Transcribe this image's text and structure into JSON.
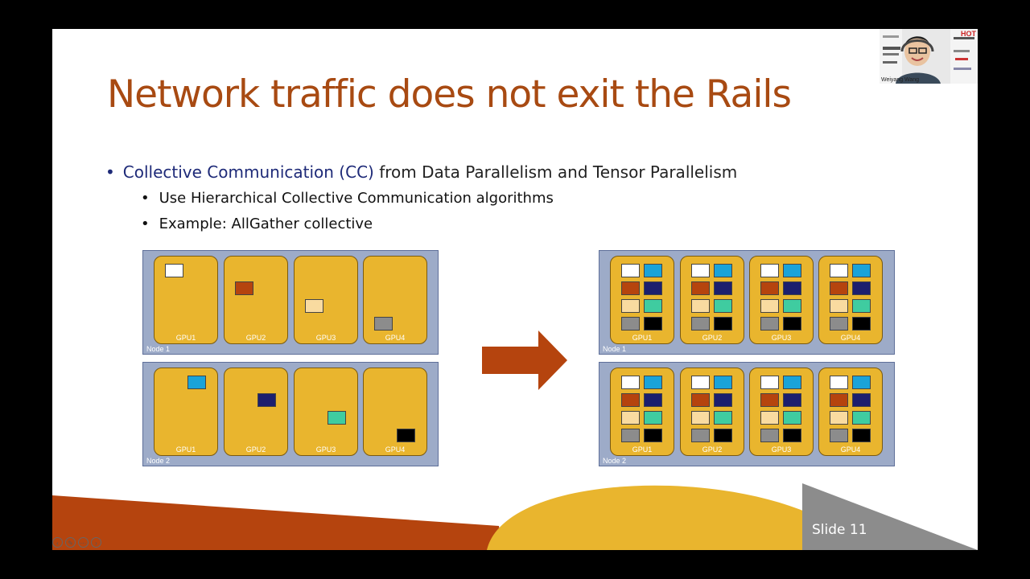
{
  "slide": {
    "title": "Network traffic does not exit the Rails",
    "bullet1": {
      "dot": "•",
      "highlight": "Collective Communication (CC)",
      "rest": " from Data Parallelism and Tensor Parallelism"
    },
    "sub_bullets": [
      "Use Hierarchical Collective Communication algorithms",
      "Example: AllGather collective"
    ],
    "slide_number": "Slide 11"
  },
  "diagram": {
    "before": [
      {
        "label": "Node 1",
        "gpus": [
          "GPU1",
          "GPU2",
          "GPU3",
          "GPU4"
        ]
      },
      {
        "label": "Node 2",
        "gpus": [
          "GPU1",
          "GPU2",
          "GPU3",
          "GPU4"
        ]
      }
    ],
    "after": [
      {
        "label": "Node 1",
        "gpus": [
          "GPU1",
          "GPU2",
          "GPU3",
          "GPU4"
        ]
      },
      {
        "label": "Node 2",
        "gpus": [
          "GPU1",
          "GPU2",
          "GPU3",
          "GPU4"
        ]
      }
    ],
    "block_colors": [
      "#ffffff",
      "#1aa3d9",
      "#b5440e",
      "#1c1f6e",
      "#f9dba0",
      "#3fcca0",
      "#8c8c8c",
      "#000000"
    ]
  },
  "colors": {
    "accent": "#a84a12",
    "gpu": "#e9b52e",
    "node": "#9dabc8",
    "footer_orange": "#b5440e",
    "footer_gray": "#8c8c8c"
  },
  "webcam": {
    "name": "Weiyang Wang",
    "sponsor_mark": "HOT"
  }
}
